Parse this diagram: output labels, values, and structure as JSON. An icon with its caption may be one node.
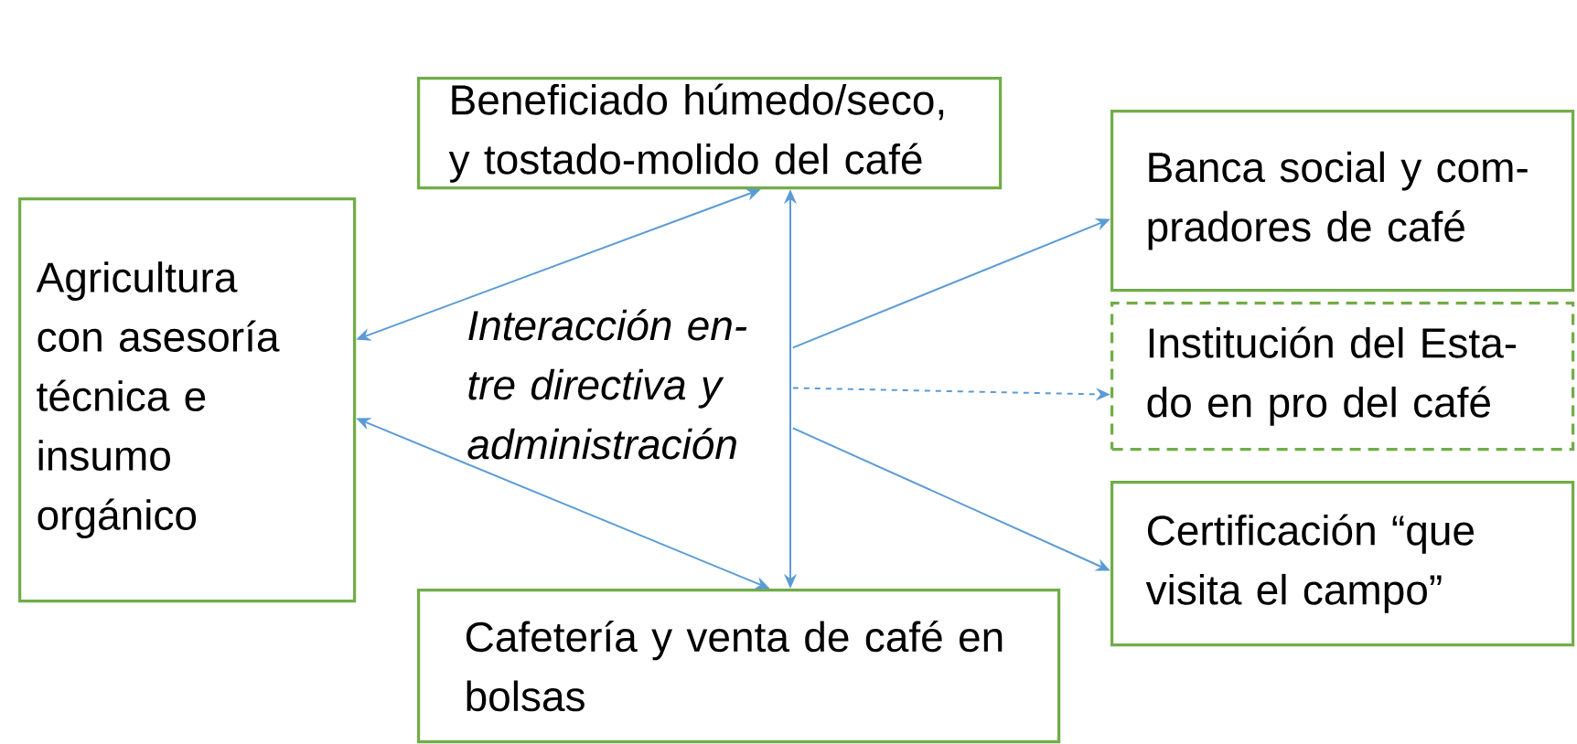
{
  "diagram": {
    "nodes": [
      {
        "text": [
          "Agricultura con asesoría técnica e insumo orgánico"
        ]
      },
      {
        "text": [
          "Beneficiado húmedo/seco, y tostado-molido del café"
        ]
      },
      {
        "text": [
          "Banca social y com-pradores de café"
        ]
      },
      {
        "text": [
          "Institución del Esta-do en pro del café"
        ]
      },
      {
        "text": [
          "Certificación “que visita el campo”"
        ]
      },
      {
        "text": [
          "Cafetería y venta de café en bolsas"
        ]
      },
      {
        "text": [
          "Interacción en-tre directiva y administración"
        ]
      }
    ],
    "edges": [
      {
        "from": 0,
        "to": 1,
        "arrow": "both"
      },
      {
        "from": 0,
        "to": 5,
        "arrow": "both"
      },
      {
        "from": 1,
        "to": 5,
        "arrow": "both"
      },
      {
        "from": 6,
        "to": 2,
        "arrow": "to"
      },
      {
        "from": 6,
        "to": 3,
        "arrow": "to",
        "style": "dashed"
      },
      {
        "from": 6,
        "to": 4,
        "arrow": "to"
      }
    ]
  }
}
